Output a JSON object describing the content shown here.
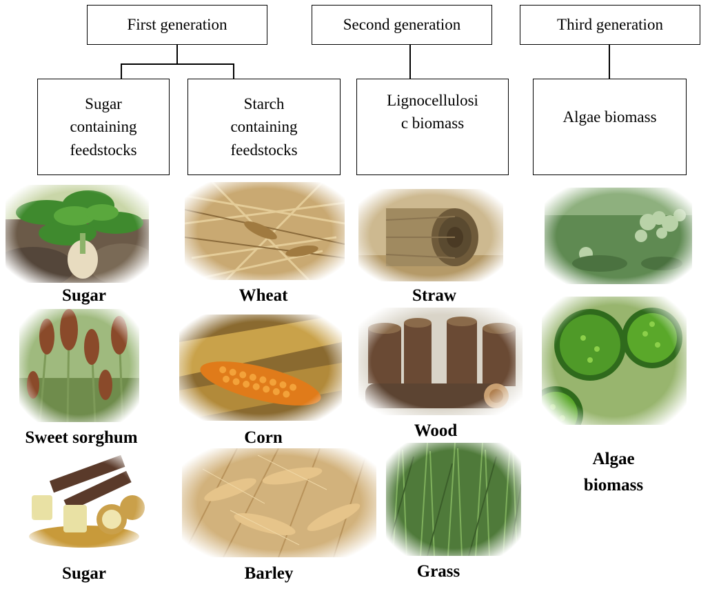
{
  "headers": {
    "first": "First generation",
    "second": "Second generation",
    "third": "Third generation"
  },
  "boxes": {
    "sugar_line1": "Sugar",
    "sugar_line2": "containing",
    "sugar_line3": "feedstocks",
    "starch_line1": "Starch",
    "starch_line2": "containing",
    "starch_line3": "feedstocks",
    "ligno_line1": "Lignocellulosi",
    "ligno_line2": "c biomass",
    "algae": "Algae biomass"
  },
  "captions": {
    "sugar_beet": "Sugar",
    "sweet_sorghum": "Sweet sorghum",
    "sugarcane": "Sugar",
    "wheat": "Wheat",
    "corn": "Corn",
    "barley": "Barley",
    "straw": "Straw",
    "wood": "Wood",
    "grass": "Grass",
    "algae_line1": "Algae",
    "algae_line2": "biomass"
  },
  "images": {
    "sugar_beet": "sugar-beet-photo",
    "sweet_sorghum": "sweet-sorghum-photo",
    "sugarcane": "sugarcane-photo",
    "wheat": "wheat-photo",
    "corn": "corn-photo",
    "barley": "barley-photo",
    "straw": "straw-bale-photo",
    "wood": "wood-logs-photo",
    "grass": "grass-photo",
    "algae_surface": "algae-surface-photo",
    "algae_cells": "algae-cells-photo"
  }
}
